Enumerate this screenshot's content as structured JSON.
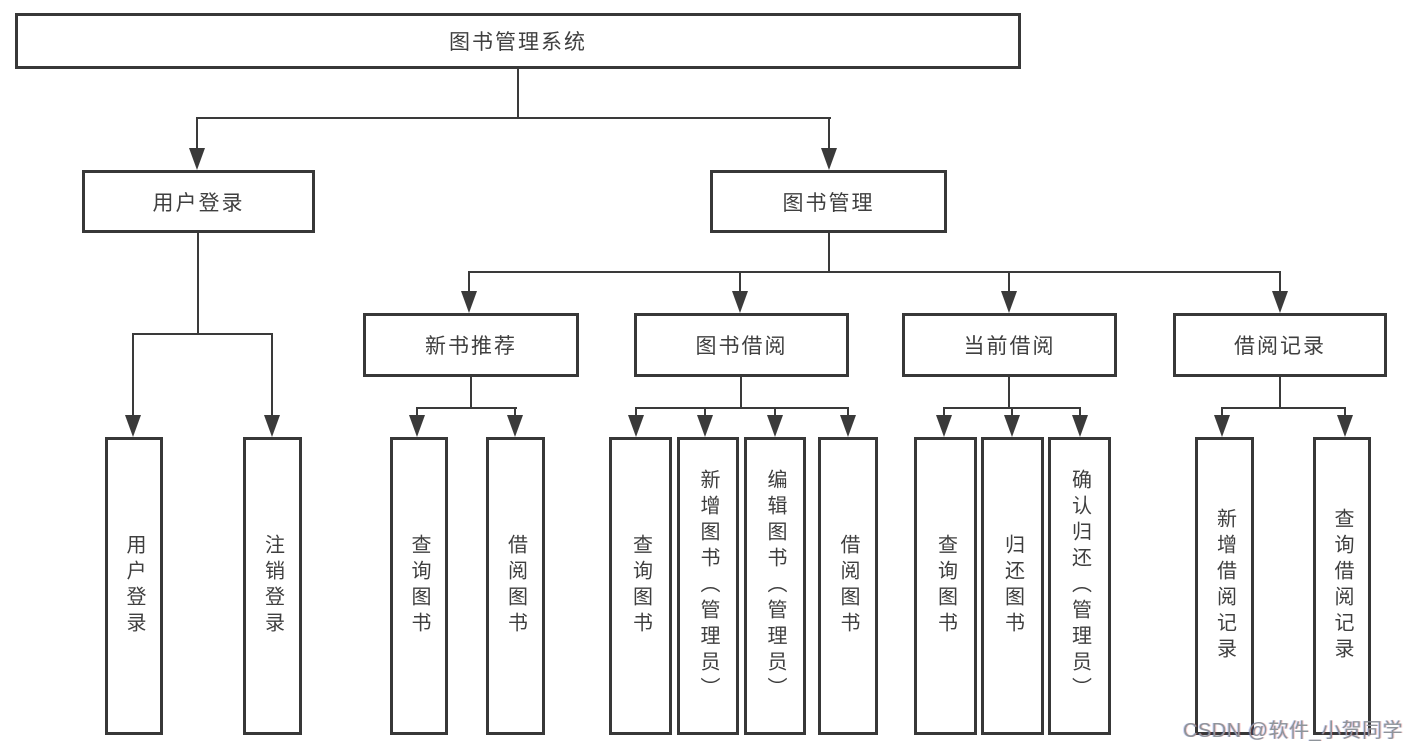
{
  "diagram": {
    "root": {
      "id": "library-system",
      "label": "图书管理系统"
    },
    "level2": [
      {
        "id": "user-login",
        "label": "用户登录"
      },
      {
        "id": "book-management",
        "label": "图书管理"
      }
    ],
    "level3": [
      {
        "id": "new-book-recommend",
        "label": "新书推荐"
      },
      {
        "id": "book-borrowing",
        "label": "图书借阅"
      },
      {
        "id": "current-borrowing",
        "label": "当前借阅"
      },
      {
        "id": "borrowing-records",
        "label": "借阅记录"
      }
    ],
    "leaves": [
      {
        "id": "user-login",
        "parent": "用户登录",
        "label": "用户登录"
      },
      {
        "id": "logout",
        "parent": "用户登录",
        "label": "注销登录"
      },
      {
        "id": "query-books-recommend",
        "parent": "新书推荐",
        "label": "查询图书"
      },
      {
        "id": "borrow-books-recommend",
        "parent": "新书推荐",
        "label": "借阅图书"
      },
      {
        "id": "query-books-borrow",
        "parent": "图书借阅",
        "label": "查询图书"
      },
      {
        "id": "add-books-admin",
        "parent": "图书借阅",
        "label": "新增图书（管理员）"
      },
      {
        "id": "edit-books-admin",
        "parent": "图书借阅",
        "label": "编辑图书（管理员）"
      },
      {
        "id": "borrow-books",
        "parent": "图书借阅",
        "label": "借阅图书"
      },
      {
        "id": "query-books-current",
        "parent": "当前借阅",
        "label": "查询图书"
      },
      {
        "id": "return-books",
        "parent": "当前借阅",
        "label": "归还图书"
      },
      {
        "id": "confirm-return-admin",
        "parent": "当前借阅",
        "label": "确认归还（管理员）"
      },
      {
        "id": "add-borrow-record",
        "parent": "借阅记录",
        "label": "新增借阅记录"
      },
      {
        "id": "query-borrow-record",
        "parent": "借阅记录",
        "label": "查询借阅记录"
      }
    ],
    "watermark": "CSDN @软件_小贺同学",
    "colors": {
      "background": "#ffffff",
      "box_fill": "#ffffff",
      "box_border": "#383838",
      "line": "#3a3a3a",
      "text": "#3f3f3f",
      "watermark": "#8e949a"
    }
  }
}
